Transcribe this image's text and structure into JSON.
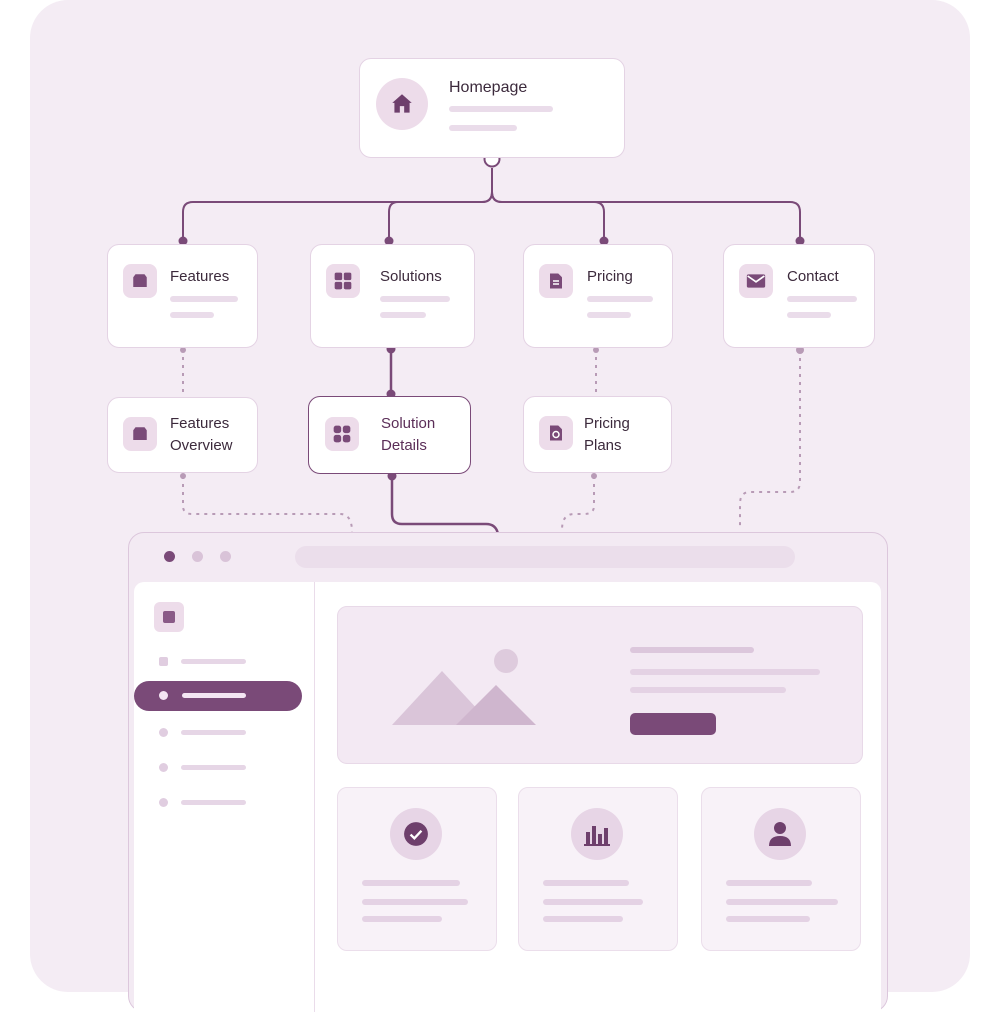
{
  "nodes": {
    "homepage": {
      "label": "Homepage",
      "icon": "home-icon"
    },
    "features": {
      "label": "Features",
      "icon": "box-icon"
    },
    "solutions": {
      "label": "Solutions",
      "icon": "grid-icon"
    },
    "pricing": {
      "label": "Pricing",
      "icon": "document-icon"
    },
    "contact": {
      "label": "Contact",
      "icon": "mail-icon"
    },
    "features_overview": {
      "label": "Features\nOverview",
      "icon": "box-icon"
    },
    "solution_details": {
      "label": "Solution\nDetails",
      "icon": "grid-icon"
    },
    "pricing_plans": {
      "label": "Pricing\nPlans",
      "icon": "document-sync-icon"
    }
  },
  "mockup": {
    "window_dots": [
      "#7a4a78",
      "#d9c3d8",
      "#d9c3d8"
    ],
    "sidebar_active_index": 1,
    "card_icons": [
      "check-circle-icon",
      "bar-chart-icon",
      "user-icon"
    ]
  },
  "colors": {
    "accent": "#7a4a78",
    "background": "#f4ecf4",
    "soft": "#eddcea"
  }
}
